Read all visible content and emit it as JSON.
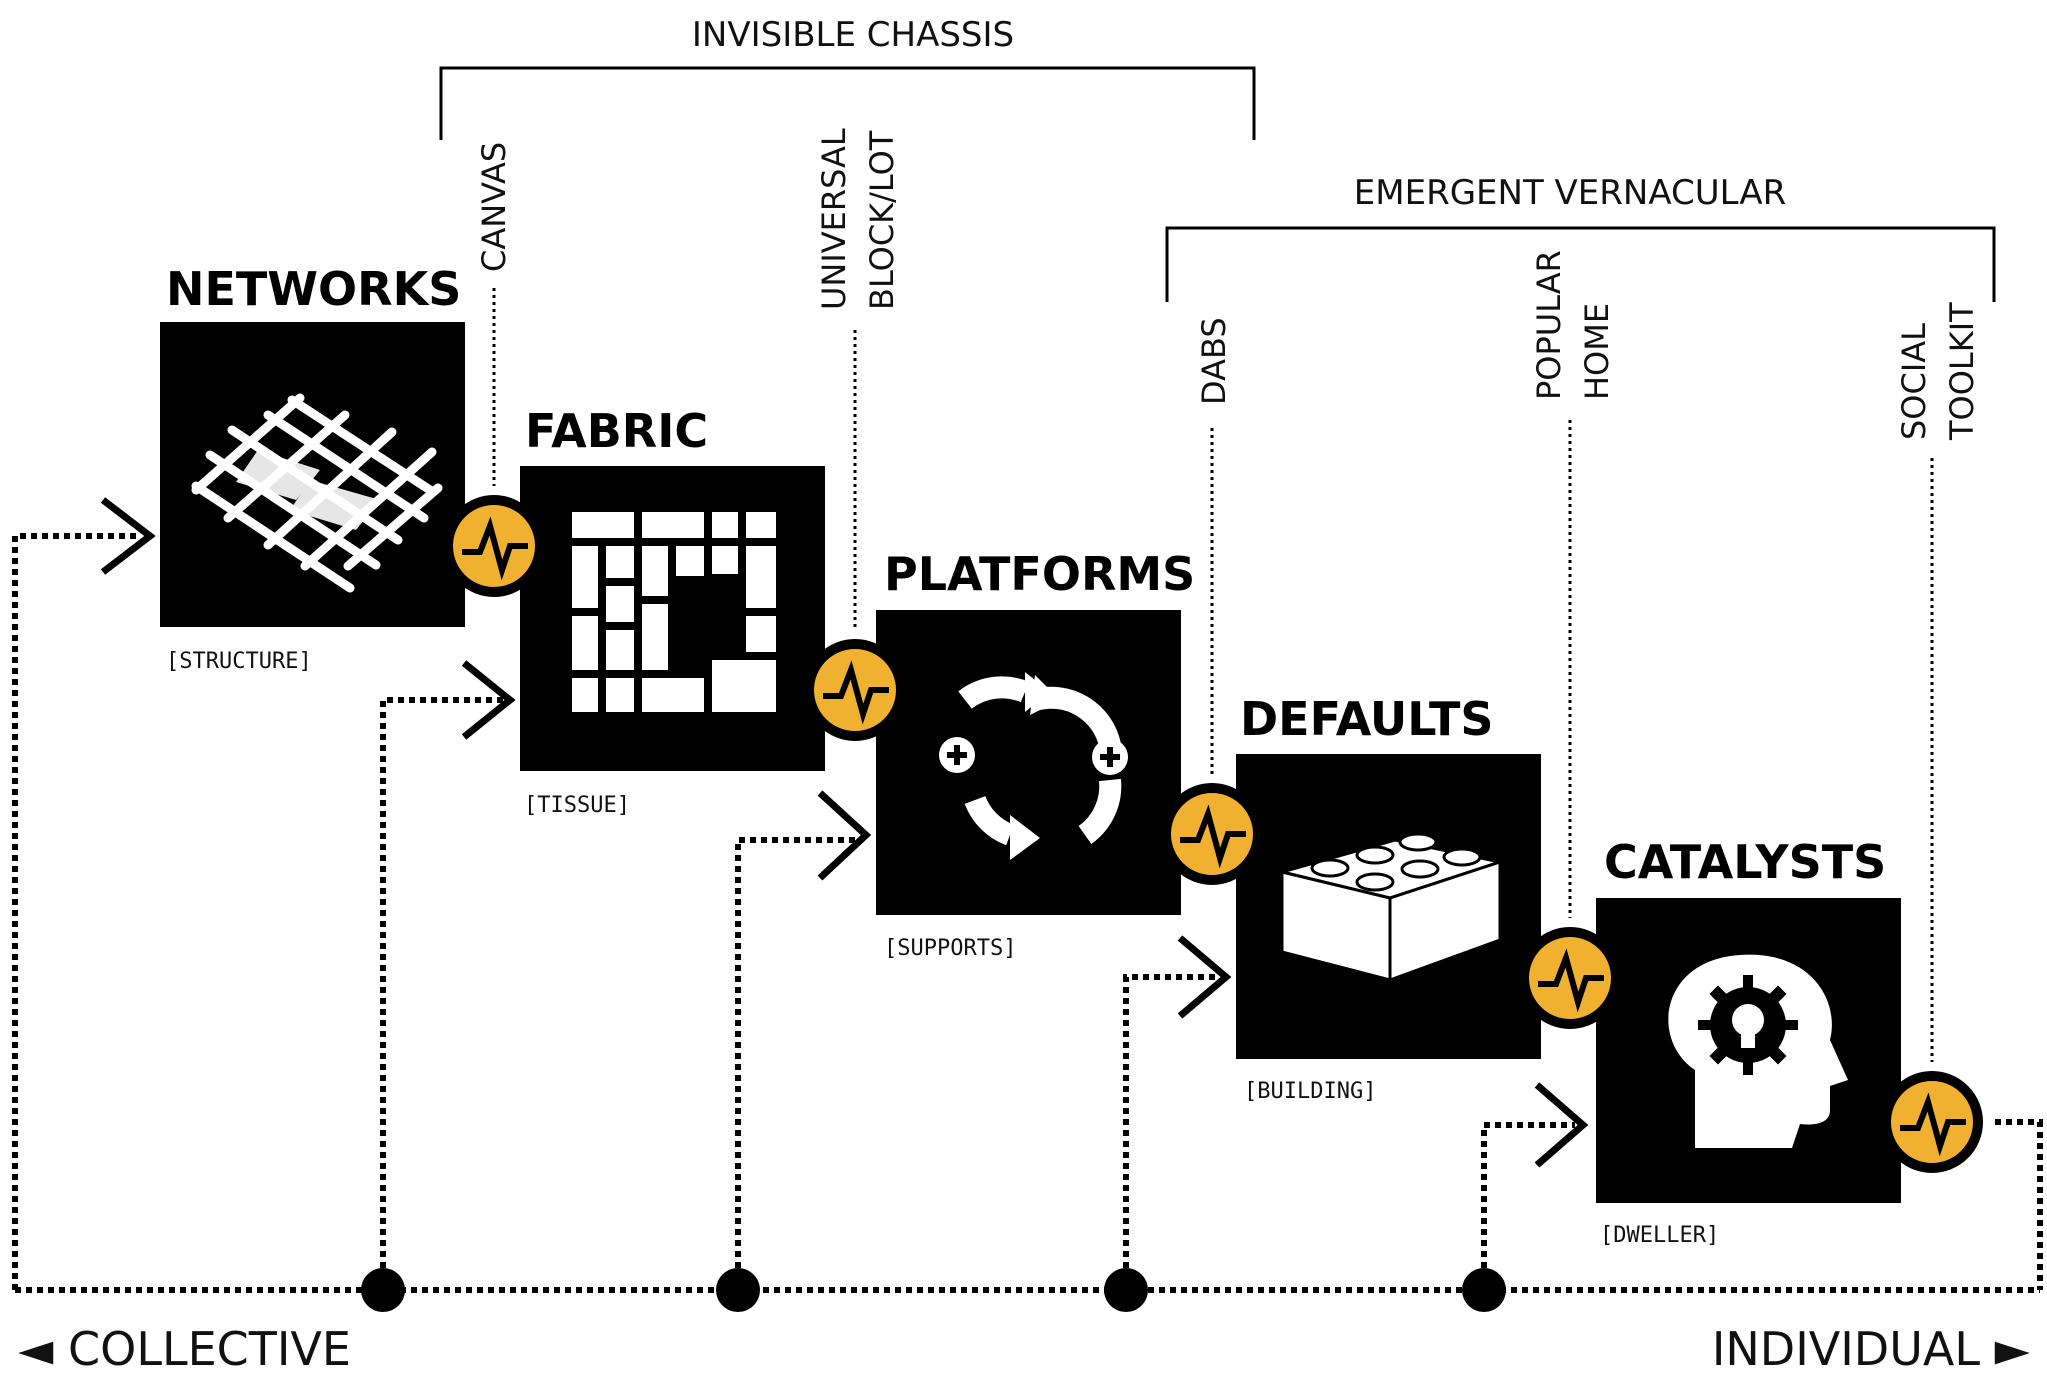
{
  "brackets": [
    {
      "label": "INVISIBLE CHASSIS"
    },
    {
      "label": "EMERGENT VERNACULAR"
    }
  ],
  "stages": [
    {
      "title": "NETWORKS",
      "sub": "[STRUCTURE]",
      "icon": "grid-network-icon"
    },
    {
      "title": "FABRIC",
      "sub": "[TISSUE]",
      "icon": "block-tissue-icon"
    },
    {
      "title": "PLATFORMS",
      "sub": "[SUPPORTS]",
      "icon": "cycle-plus-icon"
    },
    {
      "title": "DEFAULTS",
      "sub": "[BUILDING]",
      "icon": "brick-icon"
    },
    {
      "title": "CATALYSTS",
      "sub": "[DWELLER]",
      "icon": "head-gear-bulb-icon"
    }
  ],
  "connector_labels": [
    {
      "lines": [
        "CANVAS"
      ]
    },
    {
      "lines": [
        "UNIVERSAL",
        "BLOCK/LOT"
      ]
    },
    {
      "lines": [
        "DABS"
      ]
    },
    {
      "lines": [
        "POPULAR",
        "HOME"
      ]
    },
    {
      "lines": [
        "SOCIAL",
        "TOOLKIT"
      ]
    }
  ],
  "axis": {
    "left_label": "◄ COLLECTIVE",
    "right_label": "INDIVIDUAL ►"
  },
  "colors": {
    "accent": "#f0b030",
    "box": "#000000",
    "line": "#000000"
  }
}
